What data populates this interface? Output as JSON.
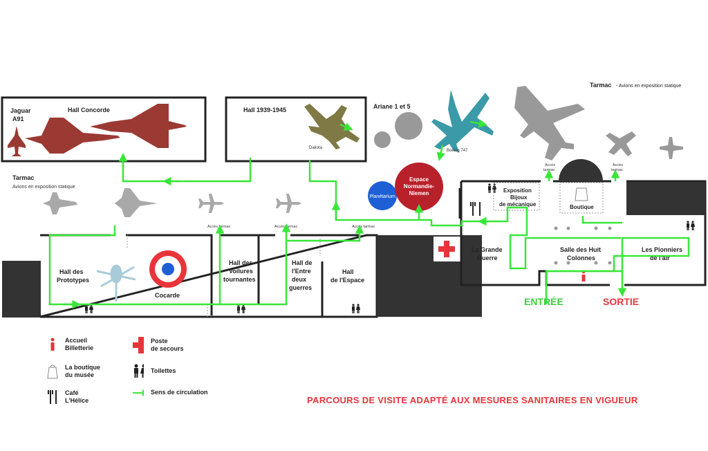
{
  "map": {
    "halls": {
      "jaguar": "Jaguar A91",
      "concorde": "Hall Concorde",
      "h1939": "Hall 1939-1945",
      "dakota": "Dakota",
      "ariane": "Ariane 1 et 5",
      "boeing": "Boeing 747",
      "tarmac_top": "Tarmac",
      "tarmac_top_sub": "Avions en exposition statique",
      "tarmac_left": "Tarmac",
      "tarmac_left_sub": "Avions en exposition statique",
      "planetarium": "Planétarium",
      "espace_nn_1": "Espace",
      "espace_nn_2": "Normandie-",
      "espace_nn_3": "Niemen",
      "prototypes_1": "Hall des",
      "prototypes_2": "Prototypes",
      "cocarde": "Cocarde",
      "voilures_1": "Hall des",
      "voilures_2": "Voilures",
      "voilures_3": "tournantes",
      "entre_1": "Hall de",
      "entre_2": "l'Entre",
      "entre_3": "deux",
      "entre_4": "guerres",
      "espace_1": "Hall",
      "espace_2": "de l'Espace",
      "bijoux_1": "Exposition",
      "bijoux_2": "Bijoux",
      "bijoux_3": "de mécanique",
      "boutique": "Boutique",
      "grande_guerre_1": "La Grande",
      "grande_guerre_2": "Guerre",
      "huit_col_1": "Salle des Huit",
      "huit_col_2": "Colonnes",
      "pionniers_1": "Les Pionniers",
      "pionniers_2": "de l'air",
      "acces_tarmac": "Accès tarmac",
      "acces": "Accès",
      "tarmac": "tarmac"
    },
    "entree": "ENTRÉE",
    "sortie": "SORTIE"
  },
  "legend": {
    "accueil_1": "Accueil",
    "accueil_2": "Billetterie",
    "boutique_1": "La boutique",
    "boutique_2": "du musée",
    "cafe_1": "Café",
    "cafe_2": "L'Hélice",
    "secours_1": "Poste",
    "secours_2": "de secours",
    "toilettes": "Toilettes",
    "circulation": "Sens de circulation"
  },
  "banner": "PARCOURS DE VISITE ADAPTÉ AUX MESURES SANITAIRES EN VIGUEUR",
  "colors": {
    "path": "#39e639",
    "entree": "#3ecf3e",
    "sortie": "#e8343a",
    "concorde": "#9b3a33",
    "dakota": "#7f7a45",
    "boeing": "#3a9aa8",
    "planetarium": "#1f5fd6",
    "normandie": "#b8202a",
    "plane_grey": "#999999"
  },
  "icons": [
    "info-icon",
    "shopping-bag-icon",
    "fork-knife-icon",
    "first-aid-cross-icon",
    "toilets-icon",
    "arrow-right-icon"
  ]
}
